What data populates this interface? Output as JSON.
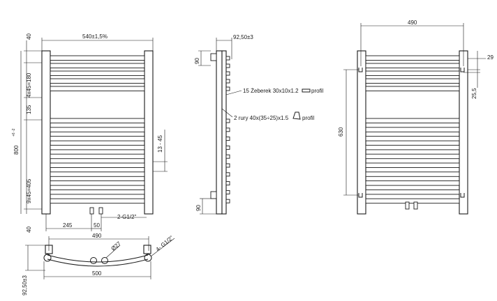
{
  "front_view": {
    "width_label": "540±1,5%",
    "height_label": "800",
    "height_tolerance": "+6 -2",
    "top_gap": "40",
    "upper_bars": "4x45=180",
    "middle_gap": "135",
    "lower_bars": "9x45=405",
    "bottom_gap": "40",
    "pipe_offset": "245",
    "pipe_spacing": "50",
    "connector": "2-G1/2\"",
    "right_gap": "13 - 45"
  },
  "side_view": {
    "depth_label": "92,50±3",
    "top_mount": "90",
    "bottom_mount": "90",
    "bar_note": "15 Żeberek 30x10x1.2",
    "bar_profile": "profil",
    "pipe_note": "2 rury 40x(35÷25)x1.5",
    "pipe_profile": "profil"
  },
  "top_view": {
    "inner_width": "490",
    "outer_width": "500",
    "depth": "92,50±3",
    "hole_diameter": "Ø27",
    "thread": "4- G1/2\""
  },
  "rear_view": {
    "mount_width": "490",
    "mount_height": "630",
    "top_offset": "29",
    "bracket_depth": "25,5"
  }
}
